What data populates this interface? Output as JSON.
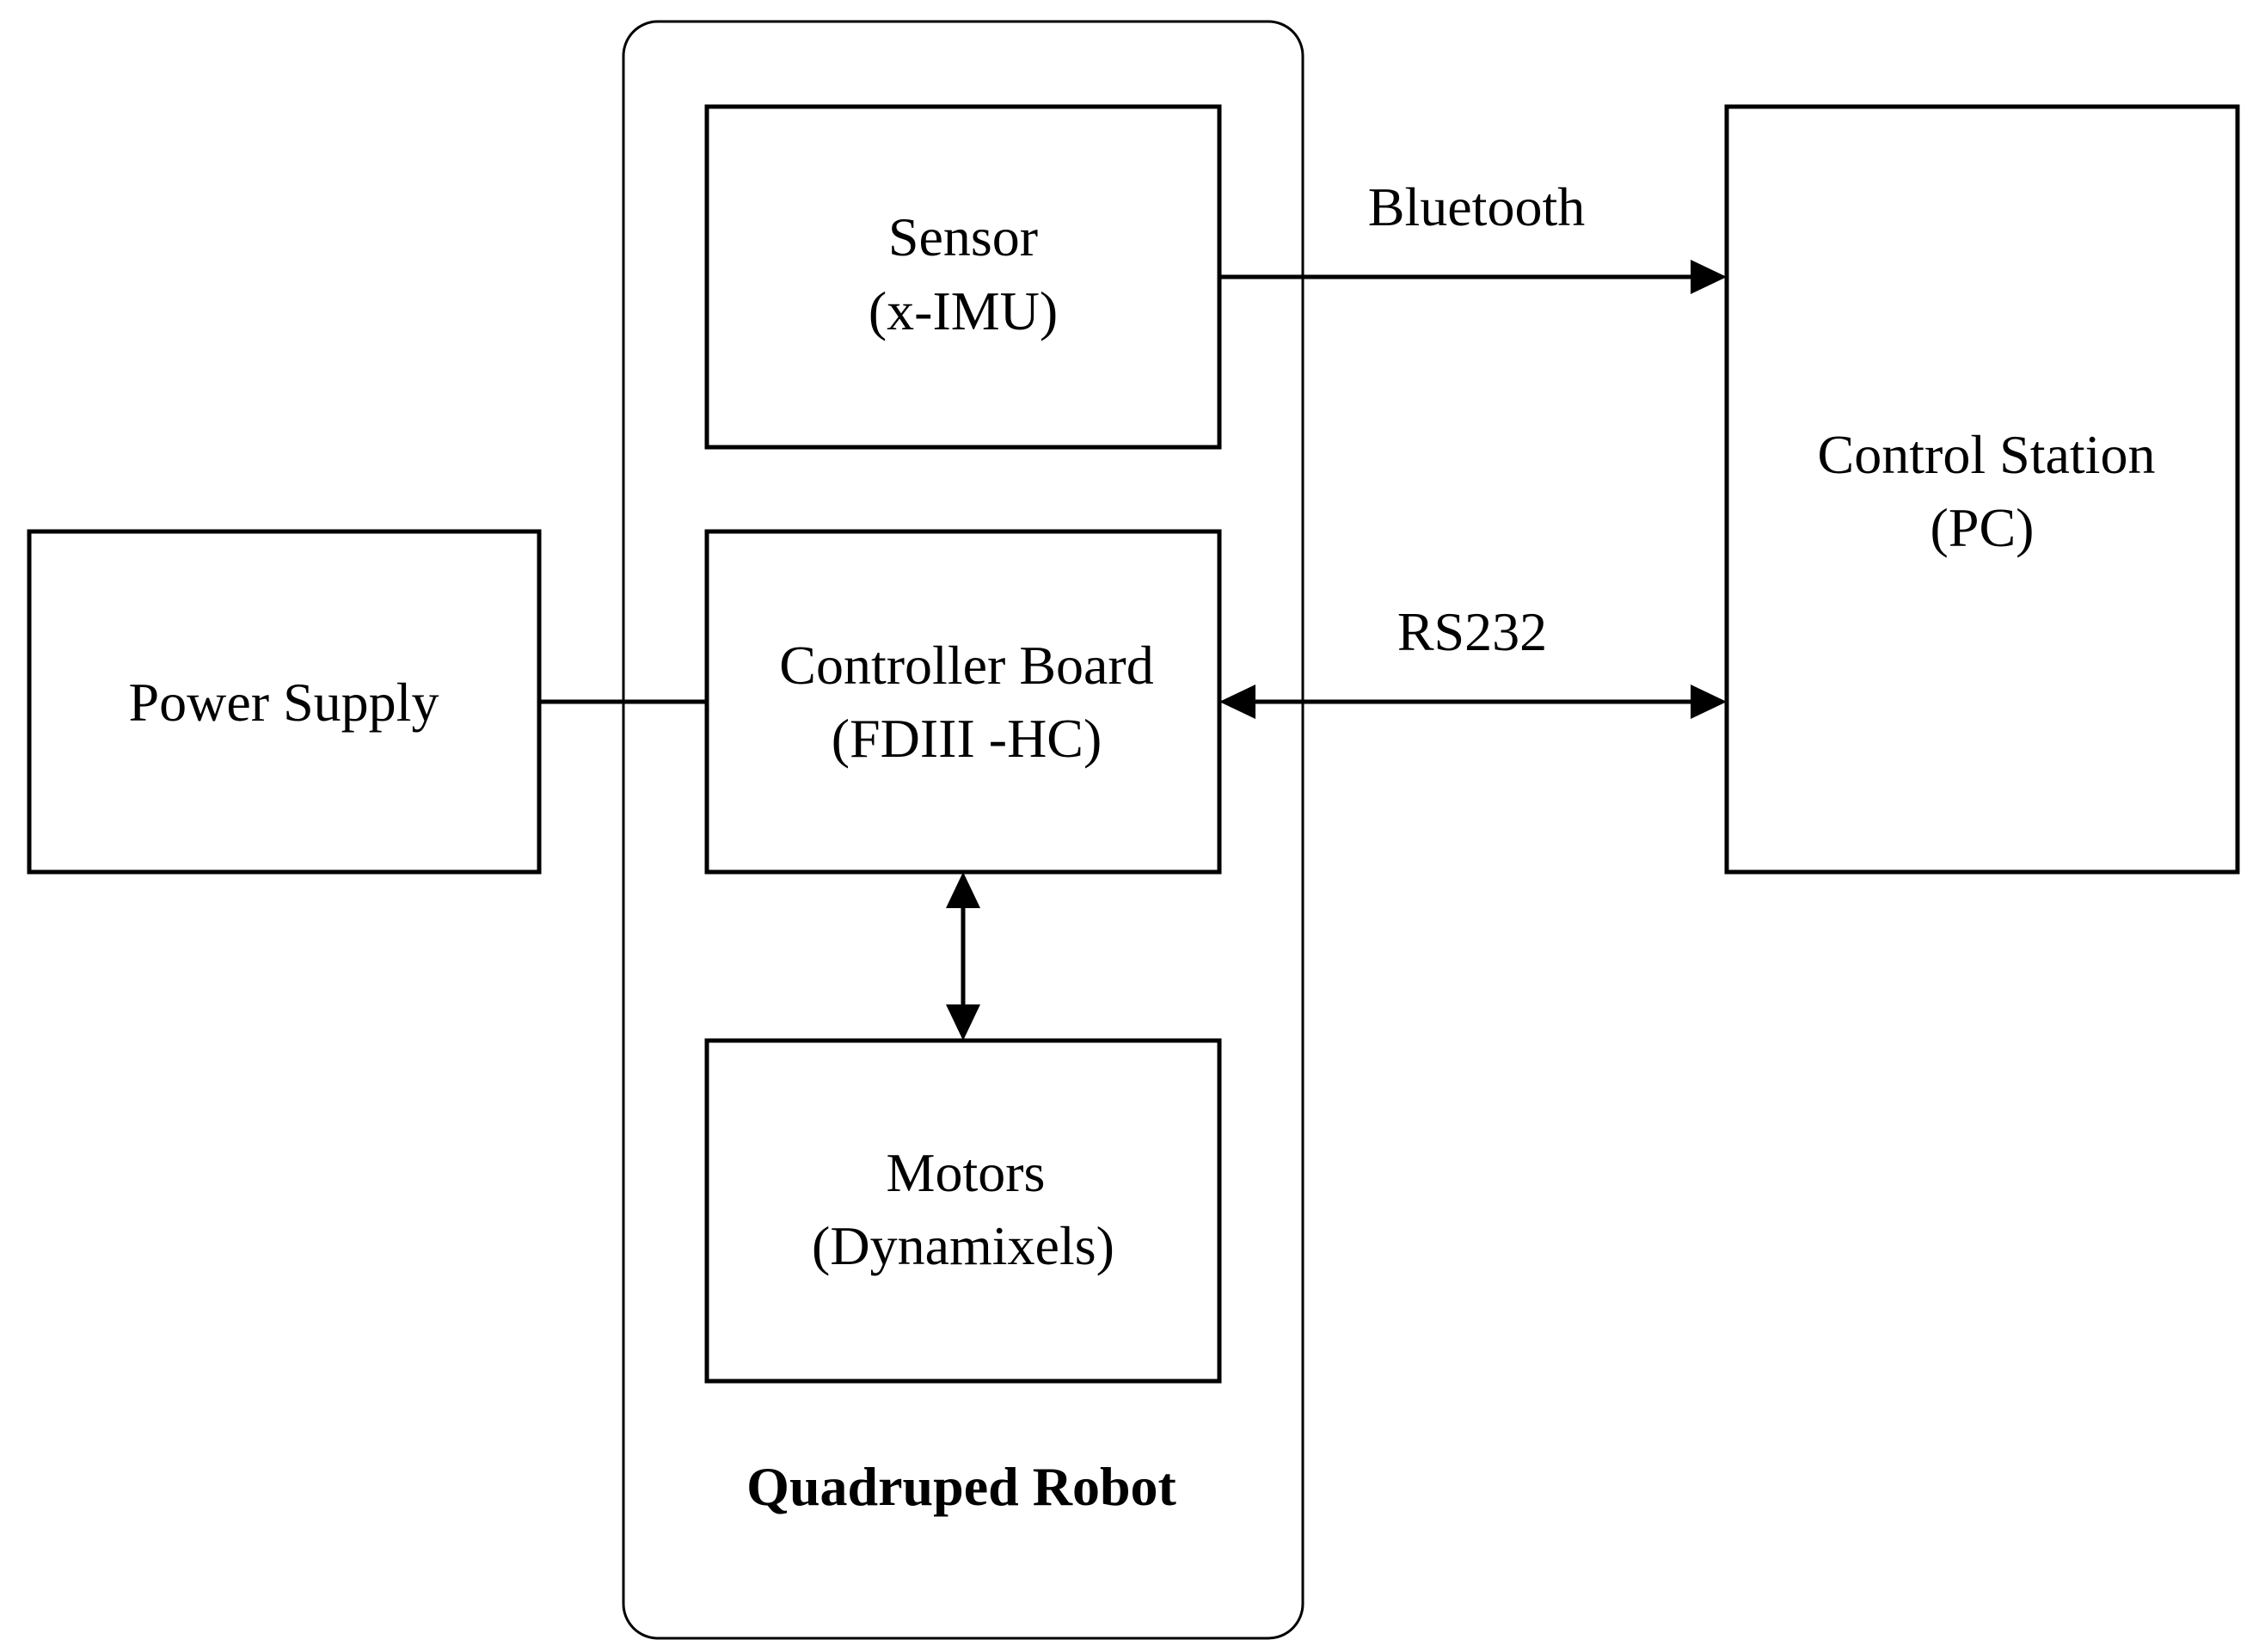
{
  "nodes": {
    "sensor": {
      "line1": "Sensor",
      "line2": "(x-IMU)"
    },
    "controller": {
      "line1": "Controller Board",
      "line2": "(FDIII -HC)"
    },
    "motors": {
      "line1": "Motors",
      "line2": "(Dynamixels)"
    },
    "power": {
      "line1": "Power Supply"
    },
    "station": {
      "line1": "Control Station",
      "line2": "(PC)"
    }
  },
  "group": {
    "label": "Quadruped Robot"
  },
  "edges": {
    "bluetooth": {
      "label": "Bluetooth"
    },
    "rs232": {
      "label": "RS232"
    }
  },
  "colors": {
    "stroke": "#000000",
    "background": "#ffffff"
  }
}
